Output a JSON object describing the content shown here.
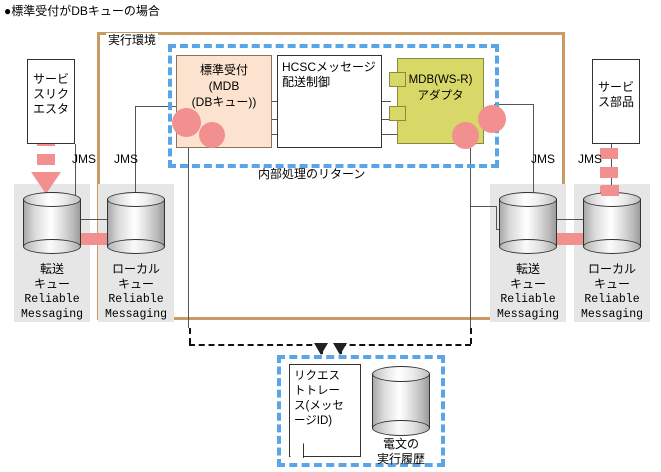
{
  "title": "●標準受付がDBキューの場合",
  "exec_env": {
    "label": "実行環境"
  },
  "inner_boundary": {
    "return_label": "内部処理のリターン"
  },
  "boxes": {
    "service_requestor": "サービ\nスリク\nエスタ",
    "service_requestor_lines": [
      "サービ",
      "スリク",
      "エスタ"
    ],
    "service_component_lines": [
      "サービ",
      "ス部品"
    ],
    "std_reception_lines": [
      "標準受付",
      "(MDB",
      "(DBキュー))"
    ],
    "hcsc_lines": [
      "HCSCメッセージ",
      "配送制御"
    ],
    "mdb_adapter_lines": [
      "MDB(WS-R)",
      "アダプタ"
    ]
  },
  "queues": [
    {
      "jp1": "転送",
      "jp2": "キュー",
      "en1": "Reliable",
      "en2": "Messaging"
    },
    {
      "jp1": "ローカル",
      "jp2": "キュー",
      "en1": "Reliable",
      "en2": "Messaging"
    },
    {
      "jp1": "転送",
      "jp2": "キュー",
      "en1": "Reliable",
      "en2": "Messaging"
    },
    {
      "jp1": "ローカル",
      "jp2": "キュー",
      "en1": "Reliable",
      "en2": "Messaging"
    }
  ],
  "jms_labels": [
    "JMS",
    "JMS",
    "JMS",
    "JMS"
  ],
  "trace": {
    "doc_lines": [
      "リクエス",
      "トトレー",
      "ス(メッセ",
      "ージID)"
    ],
    "history_lines": [
      "電文の",
      "実行履歴"
    ]
  },
  "colors": {
    "exec_env_border": "#c99a63",
    "blue_dashed": "#5aa5e8",
    "pink": "#f28f8f",
    "std_reception_fill": "#fbe3d0",
    "mdb_adapter_fill": "#d8d868",
    "gray_band": "#e6e6e6",
    "line": "#555555"
  }
}
